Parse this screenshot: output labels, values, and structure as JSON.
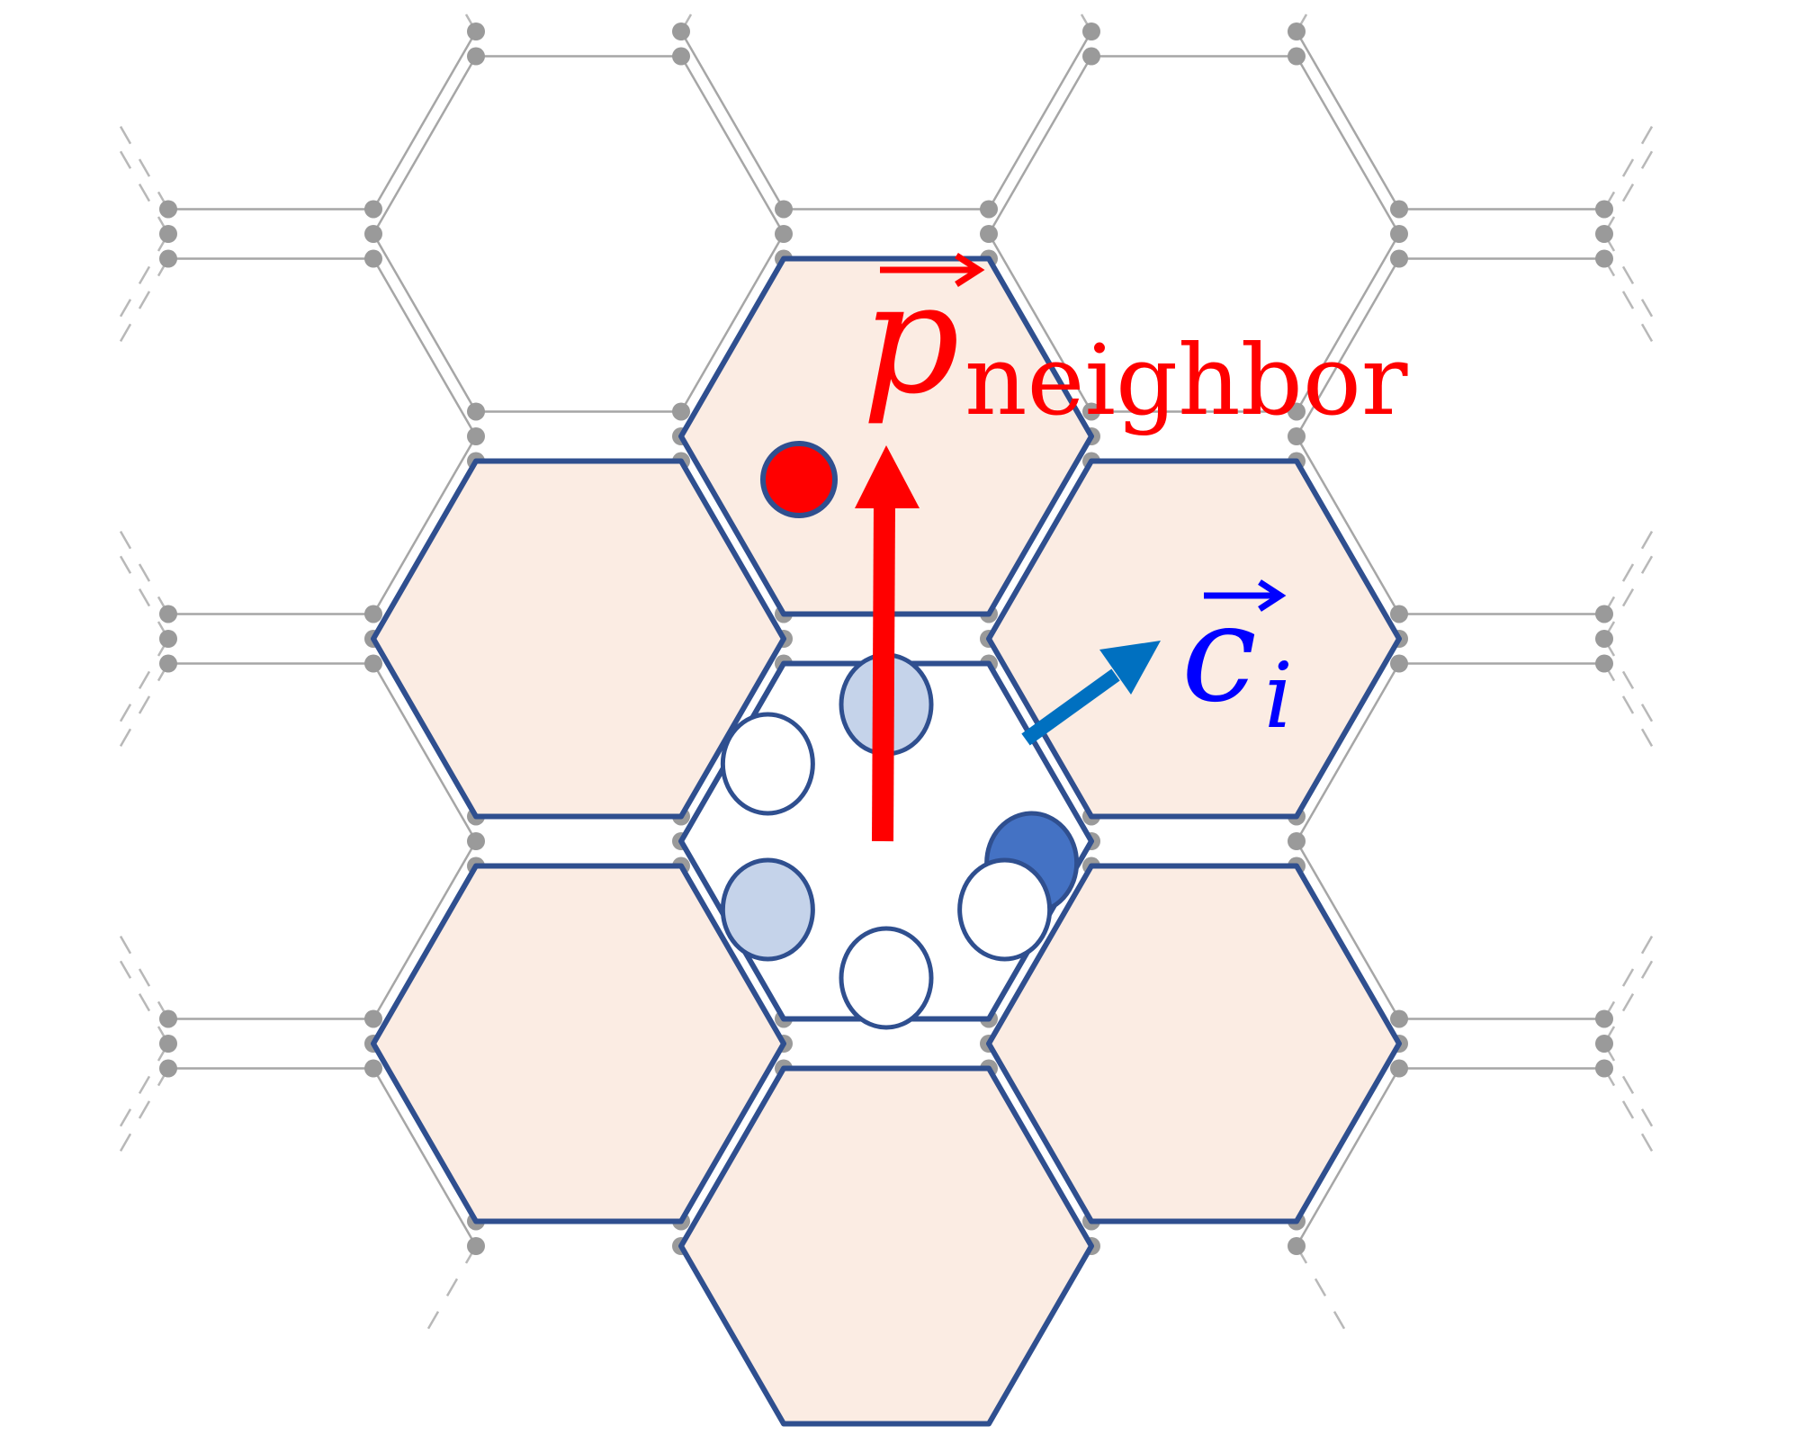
{
  "labels": {
    "p_symbol": "p",
    "p_subscript": "neighbor",
    "c_symbol": "c",
    "c_subscript": "i"
  },
  "colors": {
    "background": "#ffffff",
    "grid_line": "#a6a6a6",
    "grid_node": "#9a9a9a",
    "cell_fill": "#fbece3",
    "cell_stroke": "#2f4f8f",
    "center_fill": "#ffffff",
    "p_color": "#ff0000",
    "c_label_color": "#0000ff",
    "c_arrow_color": "#0070c0",
    "particle_dark": "#4472c4",
    "particle_light": "#c5d3ea",
    "particle_white": "#ffffff",
    "particle_stroke": "#2f4f8f"
  },
  "particles": [
    {
      "name": "particle-top",
      "shade": "light"
    },
    {
      "name": "particle-upper-left",
      "shade": "white"
    },
    {
      "name": "particle-right",
      "shade": "dark"
    },
    {
      "name": "particle-lower-left",
      "shade": "light"
    },
    {
      "name": "particle-lower-right",
      "shade": "white"
    },
    {
      "name": "particle-bottom",
      "shade": "white"
    }
  ]
}
